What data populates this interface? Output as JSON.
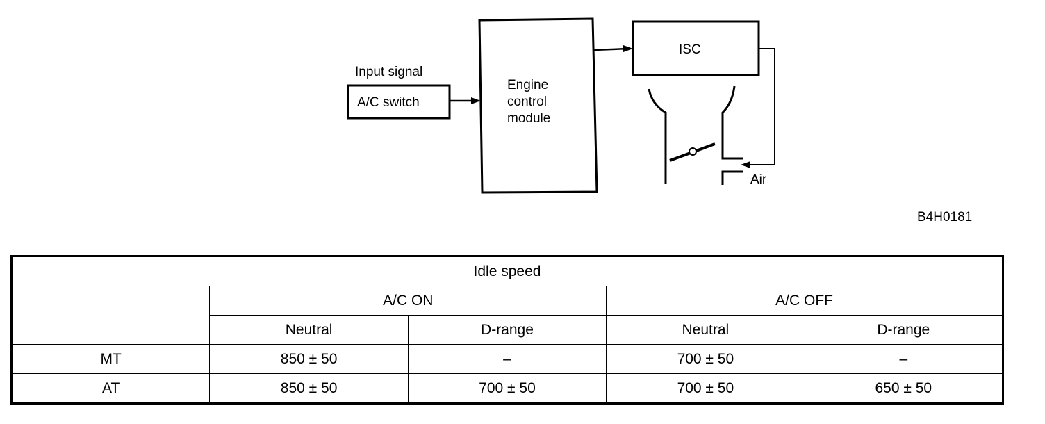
{
  "diagram": {
    "input_label": "Input signal",
    "ac_switch": "A/C switch",
    "ecm_lines": [
      "Engine",
      "control",
      "module"
    ],
    "isc": "ISC",
    "air": "Air",
    "figure_code": "B4H0181"
  },
  "table": {
    "title": "Idle speed",
    "groups": [
      "A/C ON",
      "A/C OFF"
    ],
    "subheaders": [
      "Neutral",
      "D-range",
      "Neutral",
      "D-range"
    ],
    "rows": [
      {
        "label": "MT",
        "values": [
          "850 ± 50",
          "–",
          "700 ± 50",
          "–"
        ]
      },
      {
        "label": "AT",
        "values": [
          "850 ± 50",
          "700 ± 50",
          "700 ± 50",
          "650 ± 50"
        ]
      }
    ]
  }
}
